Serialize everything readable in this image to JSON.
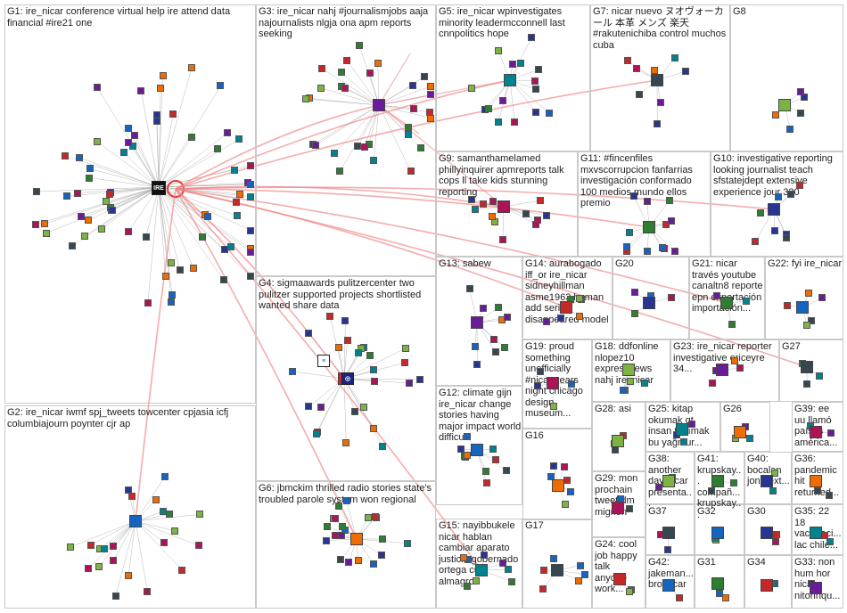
{
  "groups": [
    {
      "id": "G1",
      "label": "G1: ire_nicar conference virtual help ire attend data financial #ire21 one"
    },
    {
      "id": "G2",
      "label": "G2: ire_nicar iwmf spj_tweets towcenter cpjasia icfj columbiajourn poynter cjr ap"
    },
    {
      "id": "G3",
      "label": "G3: ire_nicar nahj #journalismjobs aaja najournalists nlgja ona apm reports seeking"
    },
    {
      "id": "G4",
      "label": "G4: sigmaawards pulitzercenter two pulitzer supported projects shortlisted wanted share data"
    },
    {
      "id": "G5",
      "label": "G5: ire_nicar wpinvestigates minority leadermcconnell last cnnpolitics hope"
    },
    {
      "id": "G6",
      "label": "G6: jbmckim thrilled radio stories state's troubled parole system won regional"
    },
    {
      "id": "G7",
      "label": "G7: nicar nuevo ヌオヴォーカール 本革 メンズ 楽天 #rakutenichiba control muchos cuba"
    },
    {
      "id": "G8",
      "label": "G8"
    },
    {
      "id": "G9",
      "label": "G9: samanthamelamed phillyinquirer apmreports talk cops ll take kids stunning reporting"
    },
    {
      "id": "G10",
      "label": "G10: investigative reporting looking journalist teach sfstatejdept extensive experience jour 320"
    },
    {
      "id": "G11",
      "label": "G11: #fincenfiles mxvscorrupcion fanfarrias investigación conformado 100 medios mundo ellos premio"
    },
    {
      "id": "G12",
      "label": "G12: climate gijn ire_nicar change stories having major impact world difficult"
    },
    {
      "id": "G13",
      "label": "G13: sabew"
    },
    {
      "id": "G14",
      "label": "G14: aurabogado iff_or ire_nicar sidneyhillman asme1963 human add series disappeared model"
    },
    {
      "id": "G15",
      "label": "G15: nayibbukele nicar hablan cambiar aparato justicia gobernado ortega cual almagro"
    },
    {
      "id": "G16",
      "label": "G16"
    },
    {
      "id": "G17",
      "label": "G17"
    },
    {
      "id": "G18",
      "label": "G18: ddfonline nlopez10 expressnews nahj ire_nicar"
    },
    {
      "id": "G19",
      "label": "G19: proud something unofficially #nicar years night chicago design museum..."
    },
    {
      "id": "G20",
      "label": "G20"
    },
    {
      "id": "G21",
      "label": "G21: nicar través youtube canaltn8 reporte epn exportación importación..."
    },
    {
      "id": "G22",
      "label": "G22: fyi ire_nicar"
    },
    {
      "id": "G23",
      "label": "G23: ire_nicar reporter investigative ericeyre 34..."
    },
    {
      "id": "G24",
      "label": "G24: cool job happy talk anyone work..."
    },
    {
      "id": "G25",
      "label": "G25: kitap okumak gt insan tanımak bu yağmur..."
    },
    {
      "id": "G26",
      "label": "G26"
    },
    {
      "id": "G27",
      "label": "G27"
    },
    {
      "id": "G28",
      "label": "G28: asi"
    },
    {
      "id": "G29",
      "label": "G29: mon prochain tweet dm mignon"
    },
    {
      "id": "G30",
      "label": "G30"
    },
    {
      "id": "G31",
      "label": "G31"
    },
    {
      "id": "G32",
      "label": "G32"
    },
    {
      "id": "G33",
      "label": "G33: non hum hor nicar nitorinqu..."
    },
    {
      "id": "G34",
      "label": "G34"
    },
    {
      "id": "G35",
      "label": "G35: 22 18 vacunaci... lac chile..."
    },
    {
      "id": "G36",
      "label": "G36: pandemic hit returned..."
    },
    {
      "id": "G37",
      "label": "G37"
    },
    {
      "id": "G38",
      "label": "G38: another day nicar presenta..."
    },
    {
      "id": "G39",
      "label": "G39: ee uu llamó países américa..."
    },
    {
      "id": "G40",
      "label": "G40: bocalan jon next..."
    },
    {
      "id": "G41",
      "label": "G41: krupskay... compañ... krupskay..."
    },
    {
      "id": "G42",
      "label": "G42: jakeman... bro nicar"
    }
  ],
  "colors": {
    "border": "#c9c9c9",
    "edge_gray": "#9a9a9a",
    "edge_red": "#f08080",
    "node_palette": [
      "#2e7d32",
      "#1565c0",
      "#6a1b9a",
      "#c62828",
      "#00838f",
      "#ef6c00",
      "#37474f",
      "#7cb342",
      "#ad1457",
      "#283593"
    ]
  },
  "hub_icons": [
    "ire-logo-icon",
    "nicar-avatar-icon",
    "sigma-awards-icon",
    "network-graph-icon"
  ]
}
